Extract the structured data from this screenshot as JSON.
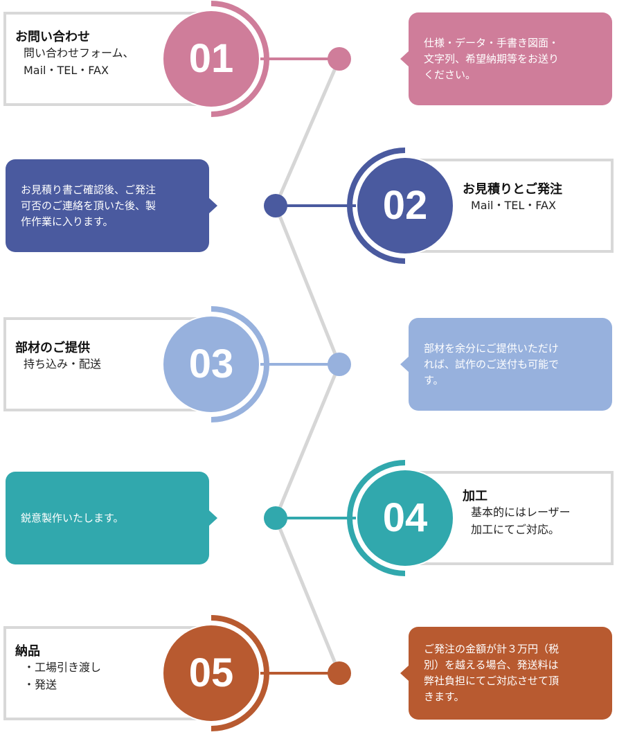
{
  "colors": {
    "line": "#d6d6d6",
    "box_border": "#d8d8d8"
  },
  "steps": [
    {
      "number": "01",
      "title": "お問い合わせ",
      "detail": "問い合わせフォーム、\nMail・TEL・FAX",
      "note": "仕様・データ・手書き図面・\n文字列、希望納期等をお送り\nください。",
      "color": "#cf7d9a"
    },
    {
      "number": "02",
      "title": "お見積りとご発注",
      "detail": "Mail・TEL・FAX",
      "note": "お見積り書ご確認後、ご発注\n可否のご連絡を頂いた後、製\n作作業に入ります。",
      "color": "#4a5a9f"
    },
    {
      "number": "03",
      "title": "部材のご提供",
      "detail": "持ち込み・配送",
      "note": "部材を余分にご提供いただけ\nれば、試作のご送付も可能で\nす。",
      "color": "#97b1dd"
    },
    {
      "number": "04",
      "title": "加工",
      "detail": "基本的にはレーザー\n加工にてご対応。",
      "note": "鋭意製作いたします。",
      "color": "#31a8ad"
    },
    {
      "number": "05",
      "title": "納品",
      "detail": "・工場引き渡し\n・発送",
      "note": "ご発注の金額が計３万円（税\n別）を越える場合、発送料は\n弊社負担にてご対応させて頂\nきます。",
      "color": "#b85a30"
    }
  ]
}
